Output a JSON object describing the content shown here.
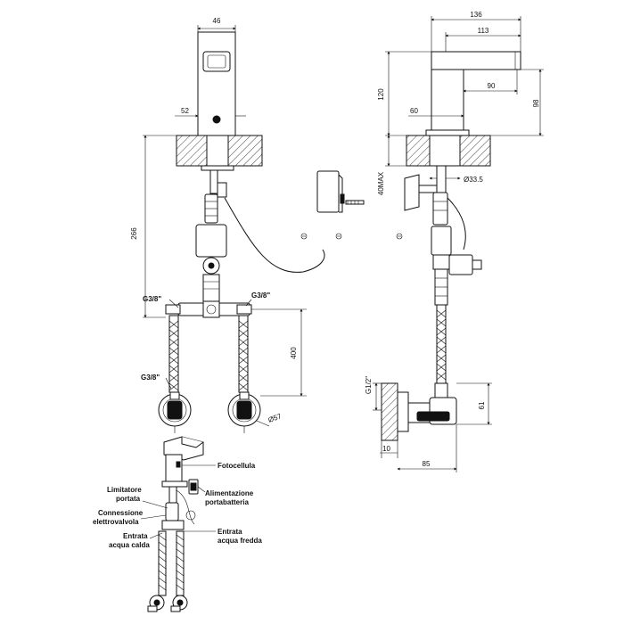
{
  "front_view": {
    "dim_top_width": "46",
    "dim_sensor_height": "52",
    "dim_total_height": "266",
    "dim_hose_length": "400",
    "dim_rosette": "Ø57",
    "thread_left_upper": "G3/8\"",
    "thread_right_upper": "G3/8\"",
    "thread_left_lower": "G3/8\""
  },
  "side_view": {
    "dim_overall_depth": "136",
    "dim_spout_reach": "113",
    "dim_spout_inner": "90",
    "dim_body_height": "120",
    "dim_spout_height": "98",
    "dim_base_width": "60",
    "dim_deck_thickness": "40MAX",
    "dim_hole": "Ø33.5",
    "dim_wall_thread": "G1/2\"",
    "dim_valve_height": "61",
    "dim_wall_offset": "10",
    "dim_valve_depth": "85"
  },
  "legend": {
    "photocell": "Fotocellula",
    "flow_limiter_line1": "Limitatore",
    "flow_limiter_line2": "portata",
    "battery_line1": "Alimentazione",
    "battery_line2": "portabatteria",
    "solenoid_line1": "Connessione",
    "solenoid_line2": "elettrovalvola",
    "hot_line1": "Entrata",
    "hot_line2": "acqua calda",
    "cold_line1": "Entrata",
    "cold_line2": "acqua fredda"
  }
}
